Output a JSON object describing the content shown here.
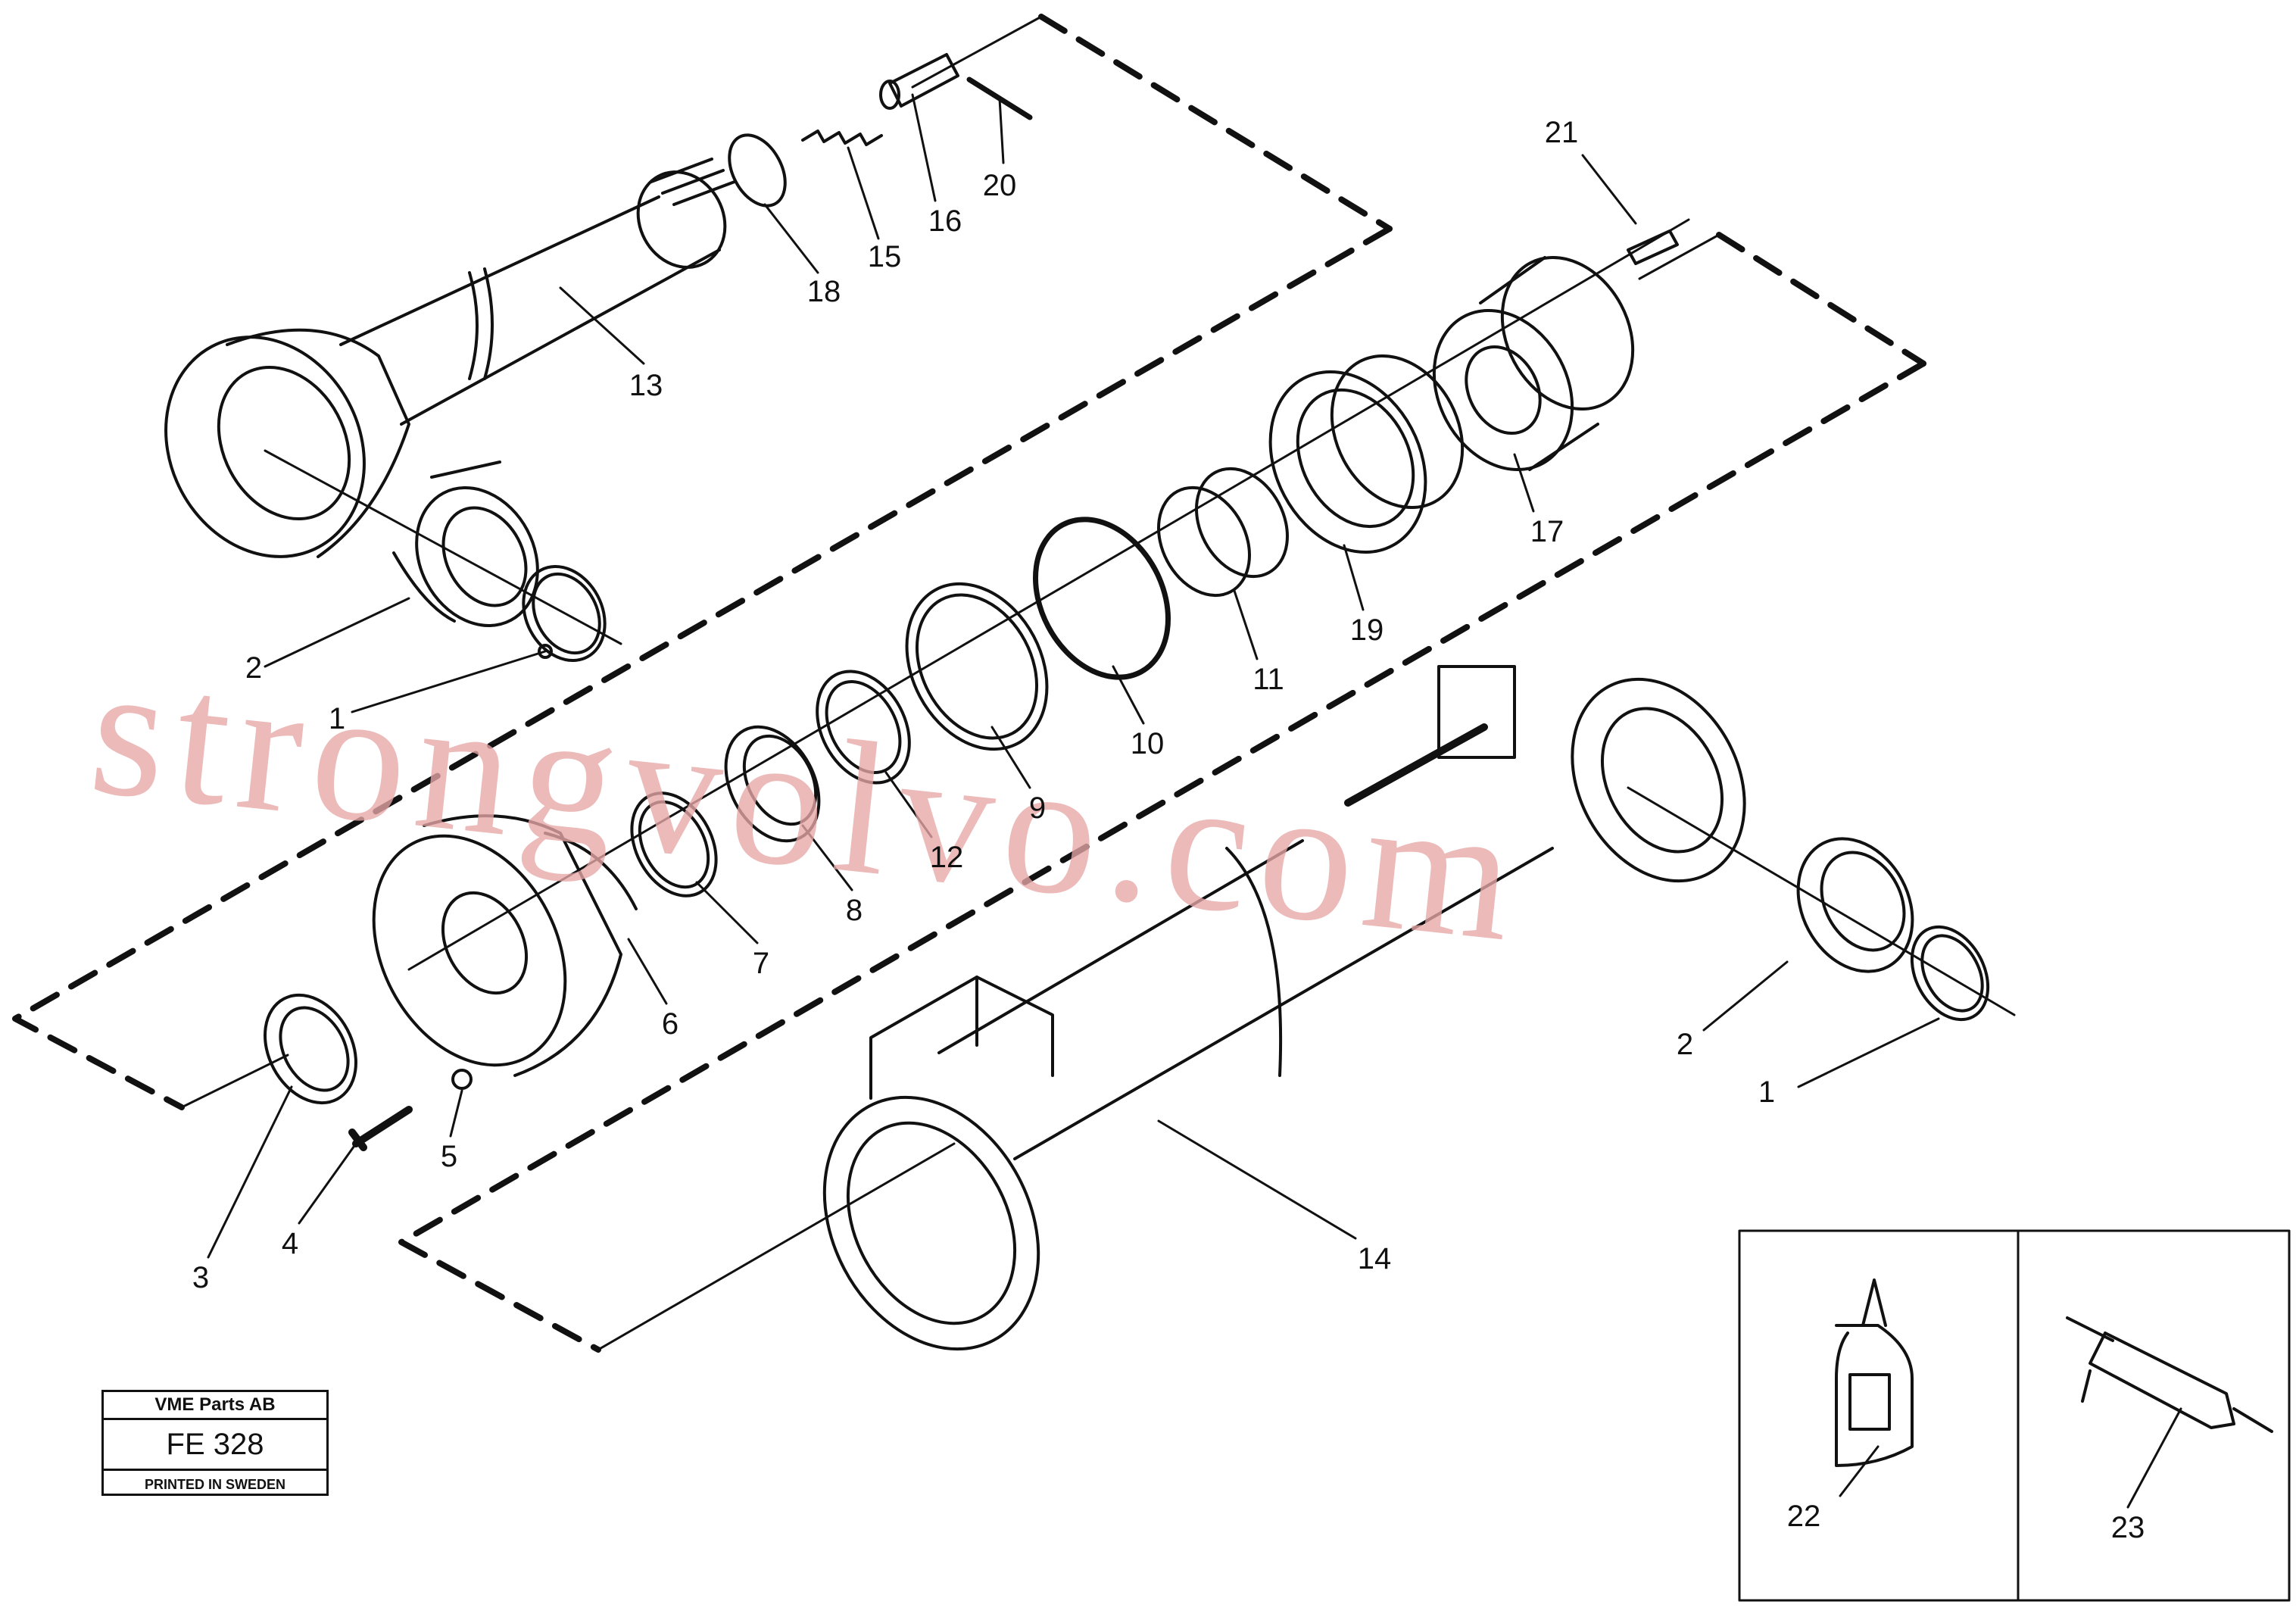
{
  "watermark": "strongvolvo.com",
  "title_block": {
    "company": "VME Parts AB",
    "code": "FE 328",
    "printed": "PRINTED IN SWEDEN"
  },
  "callouts": [
    "1",
    "2",
    "3",
    "4",
    "5",
    "6",
    "7",
    "8",
    "9",
    "10",
    "11",
    "12",
    "13",
    "14",
    "15",
    "16",
    "17",
    "18",
    "19",
    "20",
    "21",
    "2",
    "1",
    "22",
    "23"
  ]
}
